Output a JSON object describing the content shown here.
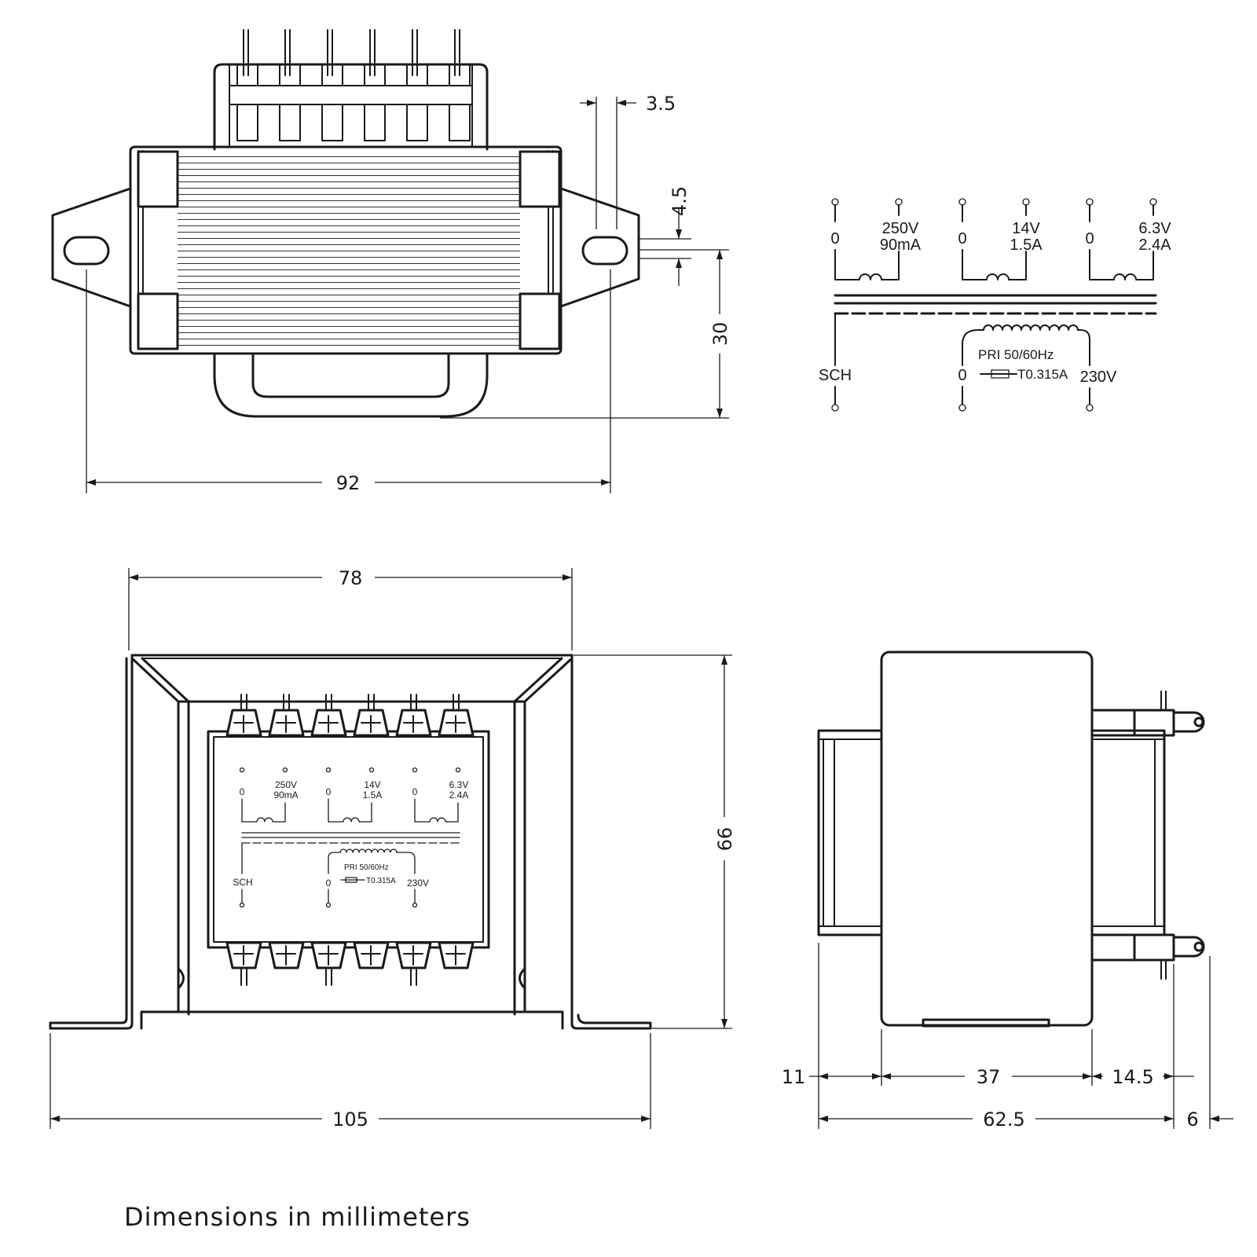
{
  "caption": "Dimensions in millimeters",
  "top_view": {
    "dim_pitch": "3.5",
    "dim_slot_height": "4.5",
    "dim_height": "30",
    "dim_mounting_span": "92"
  },
  "schematic": {
    "secondaries": [
      {
        "start": "0",
        "voltage": "250V",
        "current": "90mA"
      },
      {
        "start": "0",
        "voltage": "14V",
        "current": "1.5A"
      },
      {
        "start": "0",
        "voltage": "6.3V",
        "current": "2.4A"
      }
    ],
    "shield": "SCH",
    "primary_start": "0",
    "primary_label": "PRI 50/60Hz",
    "fuse_label": "T0.315A",
    "primary_voltage": "230V"
  },
  "front_view": {
    "dim_width": "78",
    "dim_height": "66",
    "dim_base": "105"
  },
  "side_view": {
    "dim_a": "11",
    "dim_b": "37",
    "dim_c": "14.5",
    "dim_total": "62.5",
    "dim_d": "6"
  }
}
